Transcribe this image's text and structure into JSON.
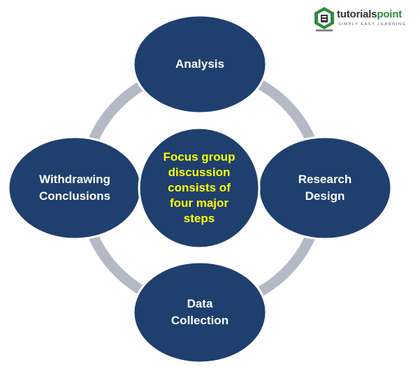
{
  "diagram": {
    "center_text": "Focus group discussion consists of four major steps",
    "center_lines": [
      "Focus group",
      "discussion",
      "consists of",
      "four major",
      "steps"
    ],
    "nodes": [
      {
        "id": "analysis",
        "lines": [
          "Analysis"
        ]
      },
      {
        "id": "research-design",
        "lines": [
          "Research",
          "Design"
        ]
      },
      {
        "id": "data-collection",
        "lines": [
          "Data",
          "Collection"
        ]
      },
      {
        "id": "withdrawing-conclusions",
        "lines": [
          "Withdrawing",
          "Conclusions"
        ]
      }
    ]
  },
  "logo": {
    "brand_part1": "tutorials",
    "brand_part2": "point",
    "tagline": "SIMPLY EASY LEARNING",
    "icon": "tutorialspoint-logo-icon"
  },
  "colors": {
    "node_fill": "#1f3f6f",
    "node_stroke": "#ffffff",
    "ring": "#b4b9c6",
    "center_text": "#ffff00",
    "node_text": "#ffffff",
    "logo_green": "#2e8b3a"
  }
}
